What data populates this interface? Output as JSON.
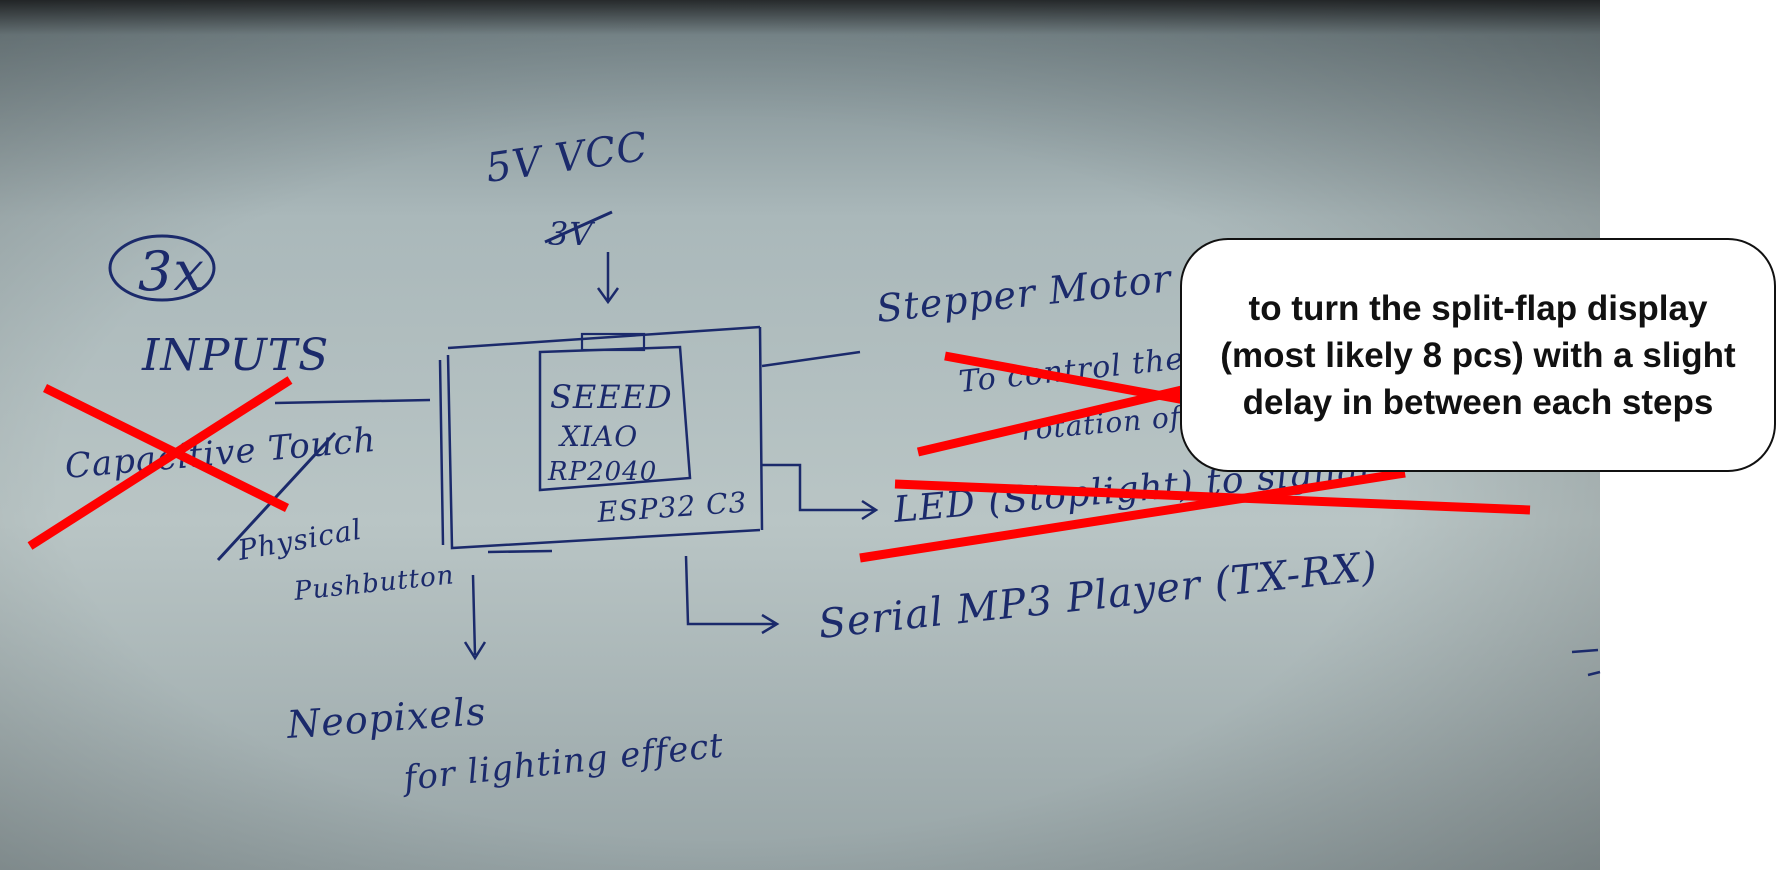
{
  "colors": {
    "paper_top": "#8fa0a4",
    "paper_mid": "#b5c2c3",
    "paper_bottom": "#9aa7a9",
    "ink": "#1b2a6b",
    "strike": "#ff0000",
    "callout_bg": "#ffffff",
    "callout_text": "#111111"
  },
  "labels": {
    "power": "5V VCC",
    "power_crossed": "3V",
    "inputs_count": "3x",
    "inputs": "INPUTS",
    "capacitive": "Capacitive Touch",
    "physical": "Physical",
    "pushbutton": "Pushbutton",
    "mcu_line1": "SEEED",
    "mcu_line2": "XIAO",
    "mcu_line3": "RP2040",
    "mcu_alt": "ESP32 C3",
    "stepper": "Stepper Motor",
    "stepper_note1": "To control the",
    "stepper_note2": "rotation of",
    "led": "LED (Stoplight) to signal",
    "mp3": "Serial MP3 Player (TX-RX)",
    "neopixels": "Neopixels",
    "neopixels_note": "for lighting effect"
  },
  "callout": {
    "text": "to turn the split-flap display (most likely 8 pcs) with a slight delay in between each steps"
  }
}
